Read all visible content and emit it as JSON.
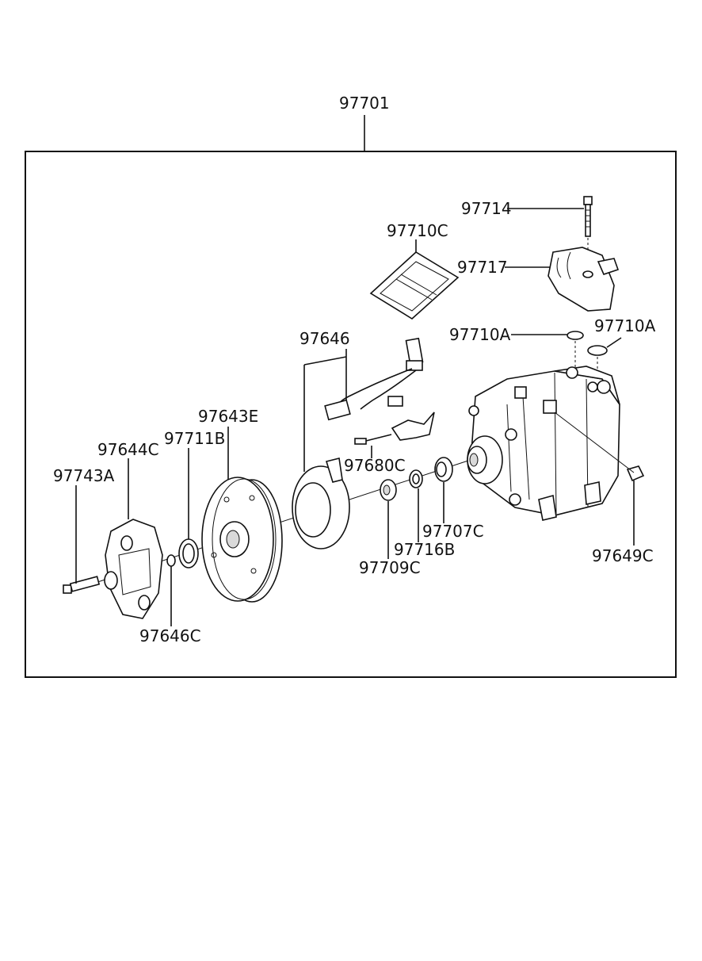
{
  "assembly": {
    "part_no": "97701"
  },
  "callouts": [
    {
      "id": "97714",
      "label": "97714"
    },
    {
      "id": "97710C",
      "label": "97710C"
    },
    {
      "id": "97717",
      "label": "97717"
    },
    {
      "id": "97710A_left",
      "label": "97710A"
    },
    {
      "id": "97710A_right",
      "label": "97710A"
    },
    {
      "id": "97646",
      "label": "97646"
    },
    {
      "id": "97643E",
      "label": "97643E"
    },
    {
      "id": "97644C",
      "label": "97644C"
    },
    {
      "id": "97711B",
      "label": "97711B"
    },
    {
      "id": "97743A",
      "label": "97743A"
    },
    {
      "id": "97680C",
      "label": "97680C"
    },
    {
      "id": "97707C",
      "label": "97707C"
    },
    {
      "id": "97716B",
      "label": "97716B"
    },
    {
      "id": "97709C",
      "label": "97709C"
    },
    {
      "id": "97649C",
      "label": "97649C"
    },
    {
      "id": "97646C",
      "label": "97646C"
    }
  ]
}
